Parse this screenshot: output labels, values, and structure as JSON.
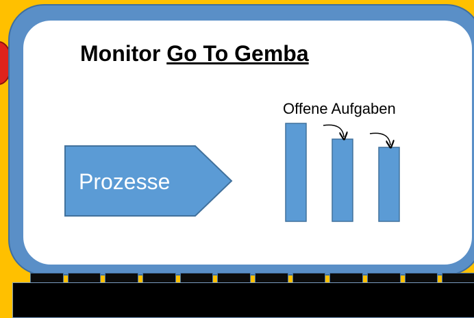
{
  "title": {
    "prefix": "Monitor ",
    "underlined": "Go To Gemba"
  },
  "process_label": "Prozesse",
  "tasks_label": "Offene Aufgaben",
  "chart_data": {
    "type": "bar",
    "categories": [
      "",
      "",
      ""
    ],
    "values": [
      143,
      120,
      108
    ],
    "title": "Offene Aufgaben",
    "xlabel": "",
    "ylabel": ""
  },
  "colors": {
    "background": "#FFC000",
    "monitor_frame": "#5A8FC7",
    "shape_fill": "#5B9BD5",
    "shape_stroke": "#41719C"
  },
  "keyboard": {
    "key_count": 12
  }
}
